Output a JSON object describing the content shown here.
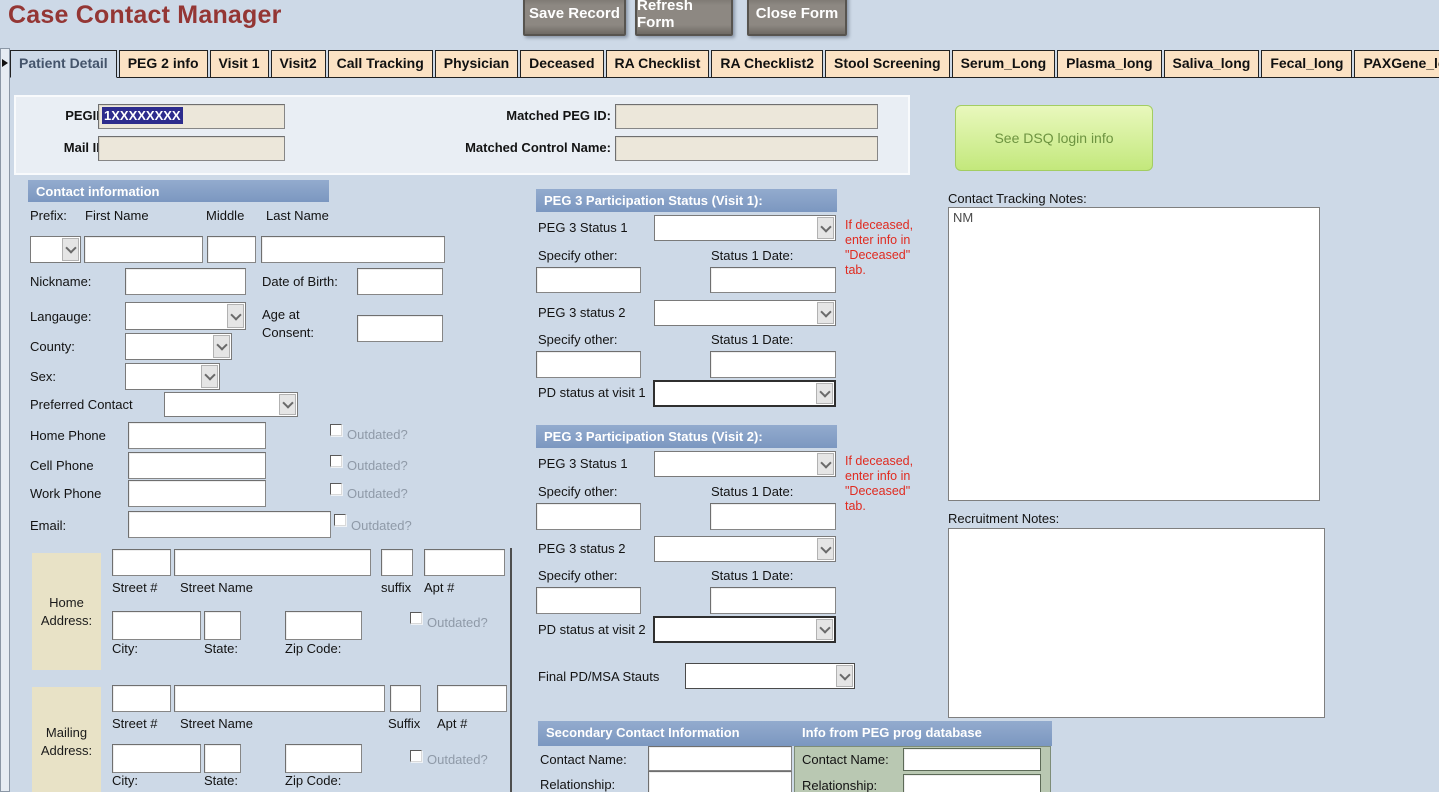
{
  "window": {
    "title": "Case Contact Manager"
  },
  "toolbar": {
    "save": "Save Record",
    "refresh": "Refresh Form",
    "close": "Close Form"
  },
  "tabs": [
    "Patient Detail",
    "PEG 2 info",
    "Visit 1",
    "Visit2",
    "Call Tracking",
    "Physician",
    "Deceased",
    "RA Checklist",
    "RA Checklist2",
    "Stool Screening",
    "Serum_Long",
    "Plasma_long",
    "Saliva_long",
    "Fecal_long",
    "PAXGene_long"
  ],
  "id_panel": {
    "pegid_label": "PEGID:",
    "pegid_value": "1XXXXXXXX",
    "mailid_label": "Mail ID:",
    "matched_peg_label": "Matched PEG ID:",
    "matched_control_label": "Matched Control Name:"
  },
  "dsq_button_label": "See DSQ login info",
  "notes": {
    "tracking_label": "Contact Tracking Notes:",
    "tracking_value": "NM",
    "recruitment_label": "Recruitment Notes:"
  },
  "contact_info": {
    "header": "Contact information",
    "prefix_label": "Prefix:",
    "first_name_label": "First Name",
    "middle_label": "Middle",
    "last_name_label": "Last Name",
    "nickname_label": "Nickname:",
    "dob_label": "Date of Birth:",
    "language_label": "Langauge:",
    "age_label": "Age at Consent:",
    "county_label": "County:",
    "sex_label": "Sex:",
    "preferred_label": "Preferred Contact",
    "home_phone_label": "Home Phone",
    "cell_phone_label": "Cell Phone",
    "work_phone_label": "Work Phone",
    "email_label": "Email:",
    "outdated_label": "Outdated?"
  },
  "home_address": {
    "line1": "Home",
    "line2": "Address:",
    "street_no": "Street #",
    "street_name": "Street Name",
    "suffix": "suffix",
    "apt": "Apt #",
    "city": "City:",
    "state": "State:",
    "zip": "Zip Code:",
    "outdated": "Outdated?"
  },
  "mailing_address": {
    "line1": "Mailing",
    "line2": "Address:",
    "street_no": "Street #",
    "street_name": "Street Name",
    "suffix": "Suffix",
    "apt": "Apt #",
    "city": "City:",
    "state": "State:",
    "zip": "Zip Code:",
    "outdated": "Outdated?"
  },
  "visit1": {
    "header": "PEG 3 Participation Status (Visit 1):",
    "status1_label": "PEG 3 Status 1",
    "specify_label": "Specify other:",
    "date_label": "Status 1 Date:",
    "status2_label": "PEG 3 status 2",
    "specify2_label": "Specify other:",
    "date2_label": "Status 1 Date:",
    "pd_label": "PD status at visit 1",
    "deceased_note": "If deceased, enter info in \"Deceased\" tab."
  },
  "visit2": {
    "header": "PEG 3 Participation Status (Visit 2):",
    "status1_label": "PEG 3 Status 1",
    "specify_label": "Specify other:",
    "date_label": "Status 1 Date:",
    "status2_label": "PEG 3 status 2",
    "specify2_label": "Specify other:",
    "date2_label": "Status 1 Date:",
    "pd_label": "PD status at visit 2",
    "deceased_note": "If deceased, enter info in \"Deceased\" tab."
  },
  "final_pd_label": "Final PD/MSA Stauts",
  "secondary_contact": {
    "header": "Secondary Contact Information",
    "contact_name_label": "Contact Name:",
    "relationship_label": "Relationship:"
  },
  "peg_db": {
    "header": "Info from PEG prog database",
    "contact_name_label": "Contact Name:",
    "relationship_label": "Relationship:"
  },
  "colors": {
    "page_bg": "#cdd9e7",
    "title_red": "#943634",
    "tab_peach": "#fbe2c4",
    "section_header_blue": "#7f9dc5",
    "dsq_green": "#cdeb8b",
    "dsq_text_green": "#6d9440",
    "selected_value_bg": "#2d2c8d",
    "warning_red": "#e02b20",
    "address_box_tan": "#e8e2c6",
    "peg_db_panel_green": "#b9c8b2",
    "beige_field": "#ece7da",
    "button_gray": "#8a857f"
  }
}
